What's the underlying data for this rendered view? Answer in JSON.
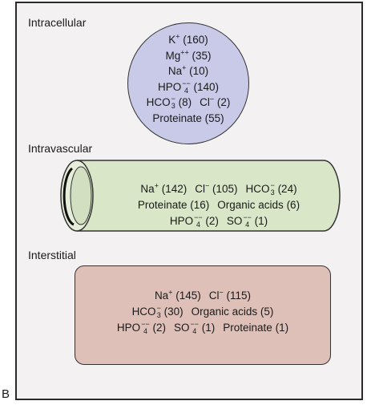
{
  "figure_letter": "B",
  "compartments": {
    "intracellular": {
      "title": "Intracellular",
      "lines": [
        [
          {
            "base": "K",
            "sup": "+",
            "sub": "",
            "val": "(160)"
          }
        ],
        [
          {
            "base": "Mg",
            "sup": "++",
            "sub": "",
            "val": "(35)"
          }
        ],
        [
          {
            "base": "Na",
            "sup": "+",
            "sub": "",
            "val": "(10)"
          }
        ],
        [
          {
            "base": "HPO",
            "sup": "−−",
            "sub": "4",
            "val": "(140)"
          }
        ],
        [
          {
            "base": "HCO",
            "sup": "−",
            "sub": "3",
            "val": "(8)"
          },
          {
            "base": "Cl",
            "sup": "−",
            "sub": "",
            "val": "(2)"
          }
        ],
        [
          {
            "base": "Proteinate",
            "sup": "",
            "sub": "",
            "val": "(55)"
          }
        ]
      ]
    },
    "intravascular": {
      "title": "Intravascular",
      "lines": [
        [
          {
            "base": "Na",
            "sup": "+",
            "sub": "",
            "val": "(142)"
          },
          {
            "base": "Cl",
            "sup": "−",
            "sub": "",
            "val": "(105)"
          },
          {
            "base": "HCO",
            "sup": "−",
            "sub": "3",
            "val": "(24)"
          }
        ],
        [
          {
            "base": "Proteinate",
            "sup": "",
            "sub": "",
            "val": "(16)"
          },
          {
            "base": "Organic acids",
            "sup": "",
            "sub": "",
            "val": "(6)"
          }
        ],
        [
          {
            "base": "HPO",
            "sup": "−−",
            "sub": "4",
            "val": "(2)"
          },
          {
            "base": "SO",
            "sup": "−−",
            "sub": "4",
            "val": "(1)"
          }
        ]
      ]
    },
    "interstitial": {
      "title": "Interstitial",
      "lines": [
        [
          {
            "base": "Na",
            "sup": "+",
            "sub": "",
            "val": "(145)"
          },
          {
            "base": "Cl",
            "sup": "−",
            "sub": "",
            "val": "(115)"
          }
        ],
        [
          {
            "base": "HCO",
            "sup": "−",
            "sub": "3",
            "val": "(30)"
          },
          {
            "base": "Organic acids",
            "sup": "",
            "sub": "",
            "val": "(5)"
          }
        ],
        [
          {
            "base": "HPO",
            "sup": "−−",
            "sub": "4",
            "val": "(2)"
          },
          {
            "base": "SO",
            "sup": "−−",
            "sub": "4",
            "val": "(1)"
          },
          {
            "base": "Proteinate",
            "sup": "",
            "sub": "",
            "val": "(1)"
          }
        ]
      ]
    }
  },
  "colors": {
    "intracellular_fill": "#c9c9e8",
    "intravascular_fill": "#d9e6c8",
    "interstitial_fill": "#dfc0b8",
    "background": "#f3f1f1"
  }
}
